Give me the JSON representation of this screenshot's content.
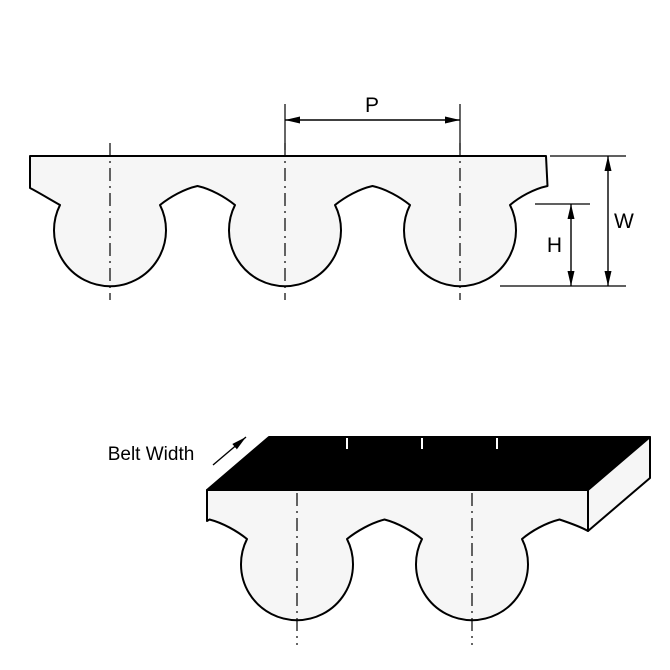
{
  "diagram": {
    "labels": {
      "pitch": "P",
      "belt_thickness": "W",
      "tooth_height": "H",
      "belt_width": "Belt Width"
    },
    "colors": {
      "line": "#000000",
      "belt_fill": "#f6f6f6",
      "top_face_fill": "#000000",
      "background": "#ffffff"
    }
  }
}
